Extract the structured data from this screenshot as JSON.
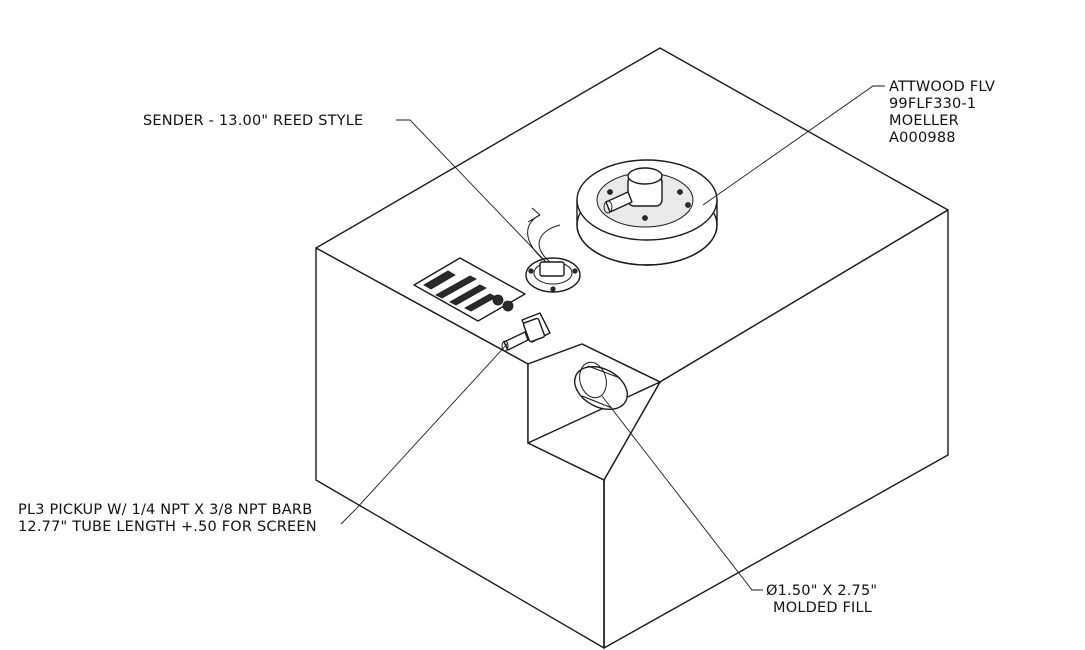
{
  "callouts": {
    "sender": "SENDER - 13.00\" REED STYLE",
    "flv": [
      "ATTWOOD FLV",
      "99FLF330-1",
      "MOELLER",
      "A000988"
    ],
    "pickup": [
      "PL3 PICKUP W/ 1/4 NPT X 3/8 NPT BARB",
      "12.77\" TUBE LENGTH +.50 FOR  SCREEN"
    ],
    "fill": [
      "Ø1.50\" X 2.75\"",
      "MOLDED FILL"
    ]
  },
  "colors": {
    "line": "#1a1a1a",
    "background": "#ffffff"
  }
}
